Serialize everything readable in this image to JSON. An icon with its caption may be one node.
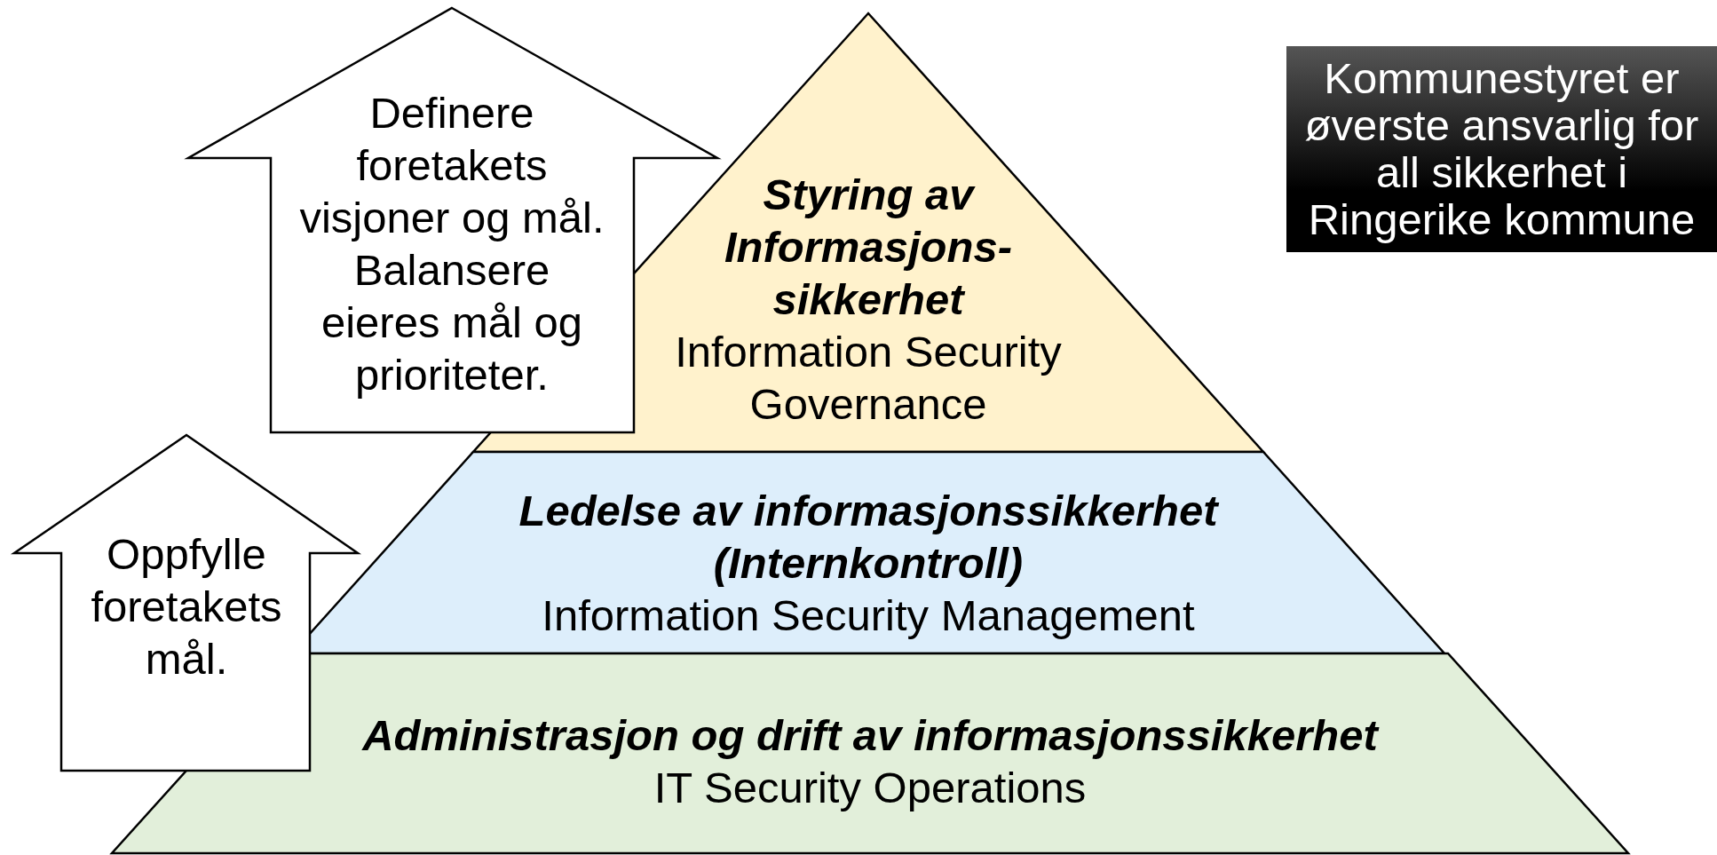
{
  "diagram": {
    "nodes": [
      {
        "text": [
          "Styring av Informasjons- sikkerhet",
          "Information Security Governance"
        ]
      },
      {
        "text": [
          "Ledelse av informasjonssikkerhet (Internkontroll)",
          "Information Security Management"
        ]
      },
      {
        "text": [
          "Administrasjon og drift av informasjonssikkerhet",
          "IT Security Operations"
        ]
      },
      {
        "text": [
          "Definere foretakets visjoner og mål. Balansere eieres mål og prioriteter."
        ]
      },
      {
        "text": [
          "Oppfylle foretakets mål."
        ]
      },
      {
        "text": [
          "Kommunestyret er øverste ansvarlig for all sikkerhet i Ringerike kommune"
        ]
      }
    ]
  }
}
